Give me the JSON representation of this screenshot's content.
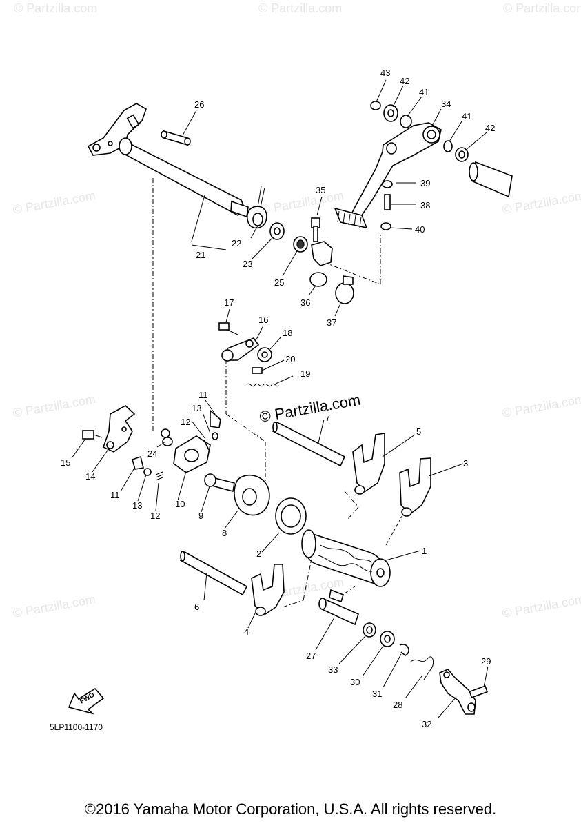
{
  "watermark": "© Partzilla.com",
  "center_watermark": "© Partzilla.com",
  "fwd_label": "FWD",
  "catalog_code": "5LP1100-1170",
  "copyright": "©2016 Yamaha Motor Corporation, U.S.A. All rights reserved.",
  "callouts": [
    "1",
    "2",
    "3",
    "4",
    "5",
    "6",
    "7",
    "8",
    "9",
    "10",
    "11",
    "11",
    "12",
    "12",
    "13",
    "13",
    "14",
    "15",
    "16",
    "17",
    "18",
    "19",
    "20",
    "21",
    "22",
    "23",
    "24",
    "25",
    "26",
    "27",
    "28",
    "29",
    "30",
    "31",
    "32",
    "33",
    "34",
    "35",
    "36",
    "37",
    "38",
    "39",
    "40",
    "41",
    "41",
    "42",
    "42",
    "43"
  ]
}
